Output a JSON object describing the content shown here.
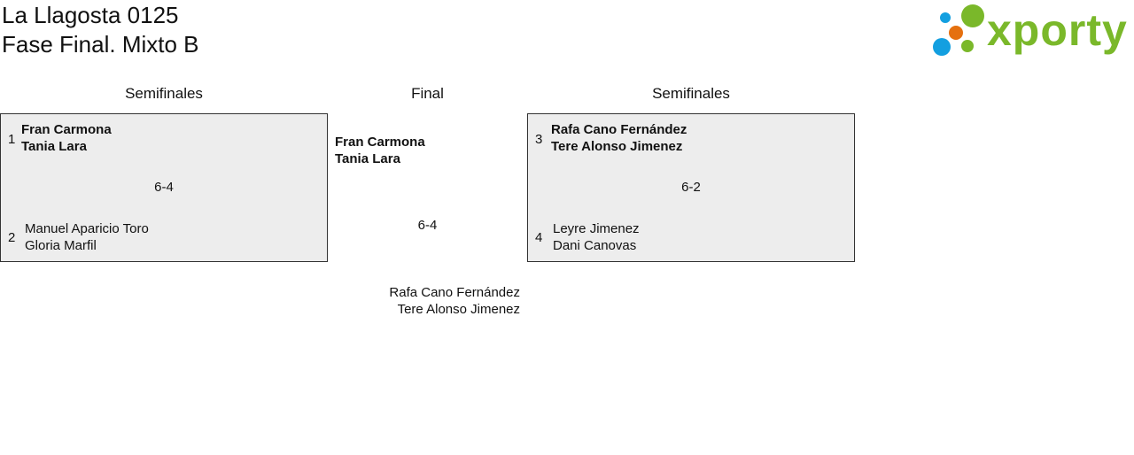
{
  "header": {
    "title": "La Llagosta 0125",
    "subtitle": "Fase Final. Mixto B",
    "logo_text": "xporty"
  },
  "columns": {
    "left": "Semifinales",
    "center": "Final",
    "right": "Semifinales"
  },
  "semis": [
    {
      "seed1": "1",
      "team1": [
        "Fran Carmona",
        "Tania Lara"
      ],
      "score": "6-4",
      "seed2": "2",
      "team2": [
        "Manuel Aparicio Toro",
        "Gloria Marfil"
      ]
    },
    {
      "seed1": "3",
      "team1": [
        "Rafa Cano Fernández",
        "Tere Alonso Jimenez"
      ],
      "score": "6-2",
      "seed2": "4",
      "team2": [
        "Leyre Jimenez",
        "Dani Canovas"
      ]
    }
  ],
  "final": {
    "team1": [
      "Fran Carmona",
      "Tania Lara"
    ],
    "score": "6-4",
    "team2": [
      "Rafa Cano Fernández",
      "Tere Alonso Jimenez"
    ]
  },
  "colors": {
    "green": "#7ab82a",
    "blue": "#139fe0",
    "orange": "#e5700f"
  }
}
